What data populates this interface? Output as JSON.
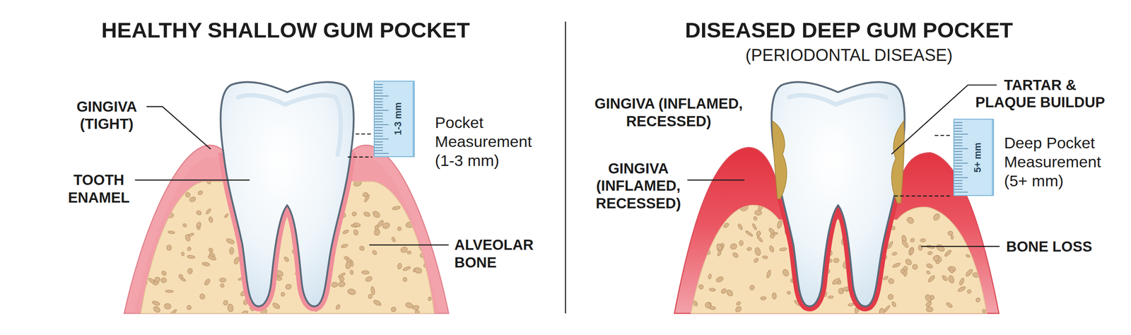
{
  "diagram": {
    "nodes": [
      {
        "text": [
          "1-3 mm"
        ]
      },
      {
        "text": [
          "5+ mm"
        ]
      }
    ],
    "labels": [
      "HEALTHY SHALLOW GUM POCKET",
      "GINGIVA (TIGHT)",
      "TOOTH ENAMEL",
      "Pocket Measurement (1-3 mm)",
      "ALVEOLAR BONE",
      "DISEASED DEEP GUM POCKET",
      "(PERIODONTAL DISEASE)",
      "GINGIVA (INFLAMED, RECESSED)",
      "GINGIVA (INFLAMED, RECESSED)",
      "TARTAR & PLAQUE BUILDUP",
      "Deep Pocket Measurement (5+ mm)",
      "BONE LOSS"
    ]
  }
}
